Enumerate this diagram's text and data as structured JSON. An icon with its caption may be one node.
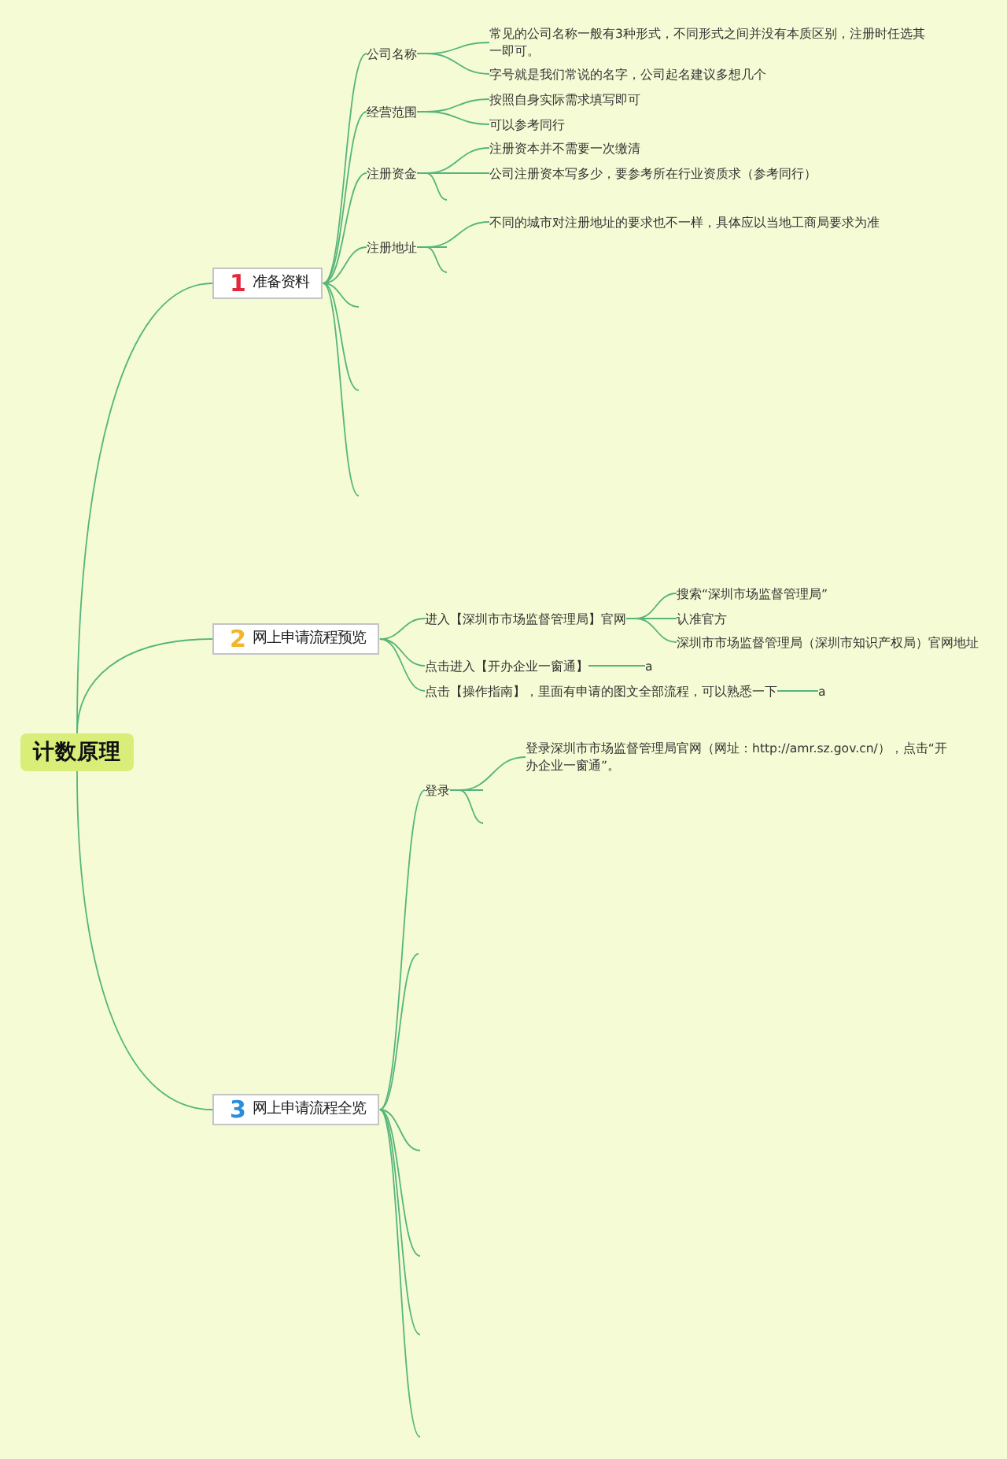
{
  "diagram": {
    "nodes": [
      {
        "text": [
          "计数原理"
        ]
      },
      {
        "text": [
          "1",
          "准备资料"
        ]
      },
      {
        "text": [
          "公司名称"
        ]
      },
      {
        "text": [
          "常见的公司名称一般有3种形式，不同形式之间并没有本质区别，注册时任选其一即可。"
        ]
      },
      {
        "text": [
          "字号就是我们常说的名字，公司起名建议多想几个"
        ]
      },
      {
        "text": [
          "经营范围"
        ]
      },
      {
        "text": [
          "按照自身实际需求填写即可"
        ]
      },
      {
        "text": [
          "可以参考同行"
        ]
      },
      {
        "text": [
          "注册资金"
        ]
      },
      {
        "text": [
          "注册资本并不需要一次缴清"
        ]
      },
      {
        "text": [
          "公司注册资本写多少，要参考所在行业资质求（参考同行）"
        ]
      },
      {
        "text": [
          "注册地址"
        ]
      },
      {
        "text": [
          "不同的城市对注册地址的要求也不一样，具体应以当地工商局要求为准"
        ]
      },
      {
        "text": [
          "2",
          "网上申请流程预览"
        ]
      },
      {
        "text": [
          "进入【深圳市市场监督管理局】官网"
        ]
      },
      {
        "text": [
          "搜索“深圳市场监督管理局”"
        ]
      },
      {
        "text": [
          "认准官方"
        ]
      },
      {
        "text": [
          "深圳市市场监督管理局（深圳市知识产权局）官网地址"
        ]
      },
      {
        "text": [
          "点击进入【开办企业一窗通】"
        ]
      },
      {
        "text": [
          "a"
        ]
      },
      {
        "text": [
          "点击【操作指南】，里面有申请的图文全部流程，可以熟悉一下"
        ]
      },
      {
        "text": [
          "a"
        ]
      },
      {
        "text": [
          "3",
          "网上申请流程全览"
        ]
      },
      {
        "text": [
          "登录"
        ]
      },
      {
        "text": [
          "登录深圳市市场监督管理局官网（网址：http://amr.sz.gov.cn/），点击“开办企业一窗通”。"
        ]
      }
    ],
    "edges": [
      {
        "from": 0,
        "to": 1,
        "arrow": "none"
      },
      {
        "from": 0,
        "to": 13,
        "arrow": "none"
      },
      {
        "from": 0,
        "to": 22,
        "arrow": "none"
      },
      {
        "from": 1,
        "to": 2,
        "arrow": "none"
      },
      {
        "from": 2,
        "to": 3,
        "arrow": "none"
      },
      {
        "from": 2,
        "to": 4,
        "arrow": "none"
      },
      {
        "from": 1,
        "to": 5,
        "arrow": "none"
      },
      {
        "from": 5,
        "to": 6,
        "arrow": "none"
      },
      {
        "from": 5,
        "to": 7,
        "arrow": "none"
      },
      {
        "from": 1,
        "to": 8,
        "arrow": "none"
      },
      {
        "from": 8,
        "to": 9,
        "arrow": "none"
      },
      {
        "from": 8,
        "to": 10,
        "arrow": "none"
      },
      {
        "from": 8,
        "to": null,
        "arrow": "none"
      },
      {
        "from": 1,
        "to": 11,
        "arrow": "none"
      },
      {
        "from": 11,
        "to": 12,
        "arrow": "none"
      },
      {
        "from": 11,
        "to": null,
        "arrow": "none"
      },
      {
        "from": 11,
        "to": null,
        "arrow": "none"
      },
      {
        "from": 1,
        "to": null,
        "arrow": "none"
      },
      {
        "from": 1,
        "to": null,
        "arrow": "none"
      },
      {
        "from": 1,
        "to": null,
        "arrow": "none"
      },
      {
        "from": 13,
        "to": 14,
        "arrow": "none"
      },
      {
        "from": 14,
        "to": 15,
        "arrow": "none"
      },
      {
        "from": 14,
        "to": 16,
        "arrow": "none"
      },
      {
        "from": 14,
        "to": 17,
        "arrow": "none"
      },
      {
        "from": 13,
        "to": 18,
        "arrow": "none"
      },
      {
        "from": 18,
        "to": 19,
        "arrow": "none"
      },
      {
        "from": 13,
        "to": 20,
        "arrow": "none"
      },
      {
        "from": 20,
        "to": 21,
        "arrow": "none"
      },
      {
        "from": 22,
        "to": 23,
        "arrow": "none"
      },
      {
        "from": 23,
        "to": 24,
        "arrow": "none"
      },
      {
        "from": 23,
        "to": null,
        "arrow": "none"
      },
      {
        "from": 23,
        "to": null,
        "arrow": "none"
      },
      {
        "from": 22,
        "to": null,
        "arrow": "none"
      },
      {
        "from": 22,
        "to": null,
        "arrow": "none"
      },
      {
        "from": 22,
        "to": null,
        "arrow": "none"
      },
      {
        "from": 22,
        "to": null,
        "arrow": "none"
      },
      {
        "from": 22,
        "to": null,
        "arrow": "none"
      }
    ]
  }
}
